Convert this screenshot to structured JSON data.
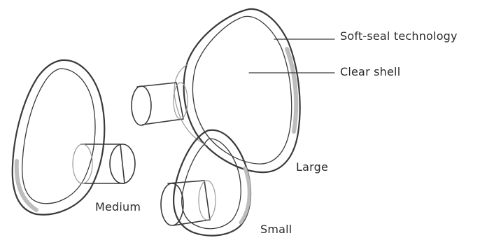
{
  "labels": {
    "soft_seal": "Soft-seal technology",
    "clear_shell": "Clear shell",
    "large": "Large",
    "medium": "Medium",
    "small": "Small"
  },
  "colors": {
    "outline": "#3a3a3a",
    "shade": "#bdbdbd",
    "background": "#ffffff"
  }
}
